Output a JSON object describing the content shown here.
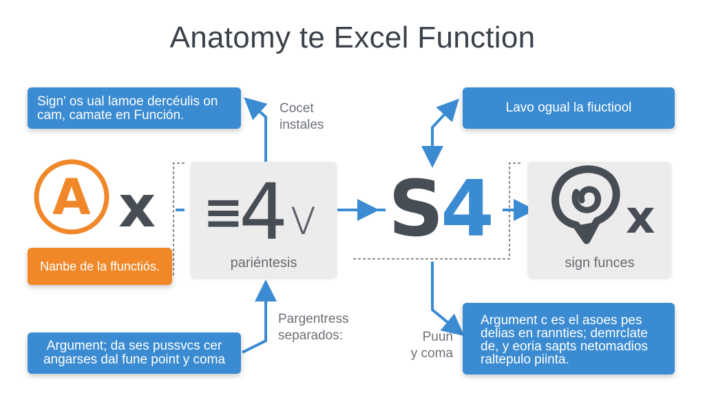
{
  "title": "Anatomy te Excel Function",
  "callouts": {
    "top_left": {
      "line1": "Sign' os ual lamoe dercéulis on",
      "line2": "cam, camate en Función."
    },
    "top_right": {
      "text": "Lavo ogual la fiuctiool"
    },
    "name_label": {
      "text": "Nanbe de la ffunctiós."
    },
    "bottom_left": {
      "line1": "Argument; da ses pussvcs cer",
      "line2": "angarses dal fune point y coma"
    },
    "bottom_right": {
      "line1": "Argument c es el asoes pes",
      "line2": "delias en rannties; demrclate",
      "line3": "de, y eoria sapts netomadios",
      "line4": "raltepulo piinta."
    }
  },
  "labels": {
    "top_mid": {
      "line1": "Cocet",
      "line2": "instales"
    },
    "bottom_mid": {
      "line1": "Pargentress",
      "line2": "separados:"
    },
    "bottom_center": {
      "line1": "Puun",
      "line2": "y coma"
    }
  },
  "blocks": {
    "function_name": {
      "glyph_letter": "A",
      "glyph_suffix": "x",
      "icon": "circle-a-icon"
    },
    "parenthesis": {
      "glyph_equals": "≡",
      "glyph_main": "4",
      "glyph_suffix": "v",
      "caption": "pariéntesis"
    },
    "arguments": {
      "glyph_s": "S",
      "glyph_4": "4"
    },
    "sign": {
      "glyph_suffix": "x",
      "caption": "sign funces",
      "icon": "spiral-pin-icon"
    }
  },
  "colors": {
    "blue": "#3a8bd1",
    "orange": "#f0882a",
    "dark": "#474d54",
    "card_bg": "#ececec",
    "dashed": "#6d6258"
  }
}
